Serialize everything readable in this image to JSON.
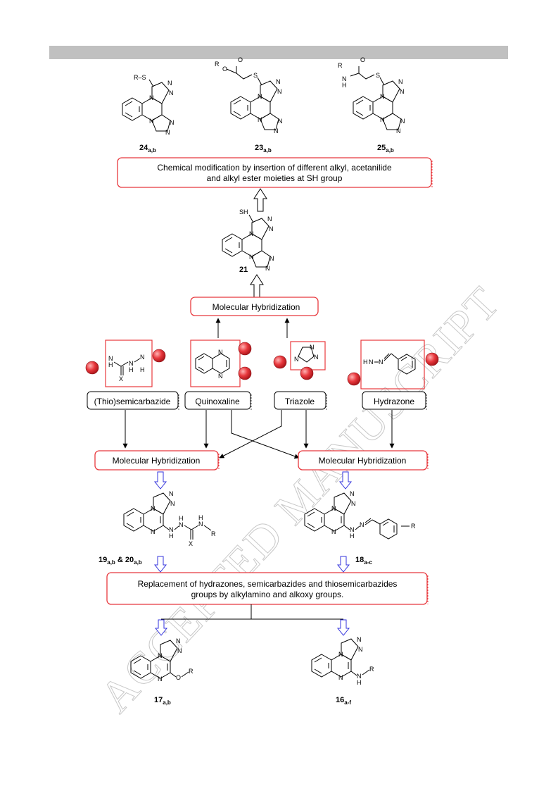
{
  "watermark": "ACCEPTED MANUSCRIPT",
  "colors": {
    "header_bar": "#c0c0c0",
    "box_border_red": "#e8383d",
    "atom_ball": "#e8383d",
    "open_arrow_blue": "#3333dd",
    "black": "#000000"
  },
  "top_compounds": [
    {
      "id": "24",
      "sub": "a,b",
      "substituent": "R-S"
    },
    {
      "id": "23",
      "sub": "a,b",
      "substituent": "R-O-C(=O)-CH2-S"
    },
    {
      "id": "25",
      "sub": "a,b",
      "substituent": "R-NH-C(=O)-CH2-S"
    }
  ],
  "boxes": {
    "chemical_modification": {
      "line1": "Chemical modification by insertion of different alkyl, acetanilide",
      "line2": "and alkyl ester moieties at SH group"
    },
    "hybridization_top": "Molecular Hybridization",
    "hybridization_left": "Molecular Hybridization",
    "hybridization_right": "Molecular Hybridization",
    "replacement": {
      "line1": "Replacement of hydrazones, semicarbazides and thiosemicarbazides",
      "line2": "groups by alkylamino and alkoxy  groups."
    }
  },
  "compound_21": {
    "label": "21",
    "sh": "SH"
  },
  "fragments": [
    {
      "name": "(Thio)semicarbazide",
      "atoms": [
        "N",
        "H",
        "N",
        "N",
        "H",
        "H",
        "X"
      ]
    },
    {
      "name": "Quinoxaline",
      "atoms": [
        "N",
        "N"
      ]
    },
    {
      "name": "Triazole",
      "atoms": [
        "N",
        "N",
        "N"
      ]
    },
    {
      "name": "Hydrazone",
      "atoms": [
        "H",
        "N",
        "N"
      ]
    }
  ],
  "mid_compounds": {
    "left": {
      "label": "19",
      "sub": "a,b",
      "joiner": " & ",
      "label2": "20",
      "sub2": "a,b",
      "atoms": [
        "N",
        "H",
        "N",
        "N",
        "H",
        "N",
        "H",
        "X",
        "R"
      ]
    },
    "right": {
      "label": "18",
      "sub": "a-c",
      "atoms": [
        "N",
        "H",
        "N",
        "R"
      ]
    }
  },
  "bottom_compounds": {
    "left": {
      "label": "17",
      "sub": "a,b",
      "atoms": [
        "O",
        "R"
      ]
    },
    "right": {
      "label": "16",
      "sub": "a-f",
      "atoms": [
        "N",
        "H",
        "R"
      ]
    }
  },
  "ring_atoms": {
    "triazole_n": "N",
    "quinox_n": "N"
  }
}
